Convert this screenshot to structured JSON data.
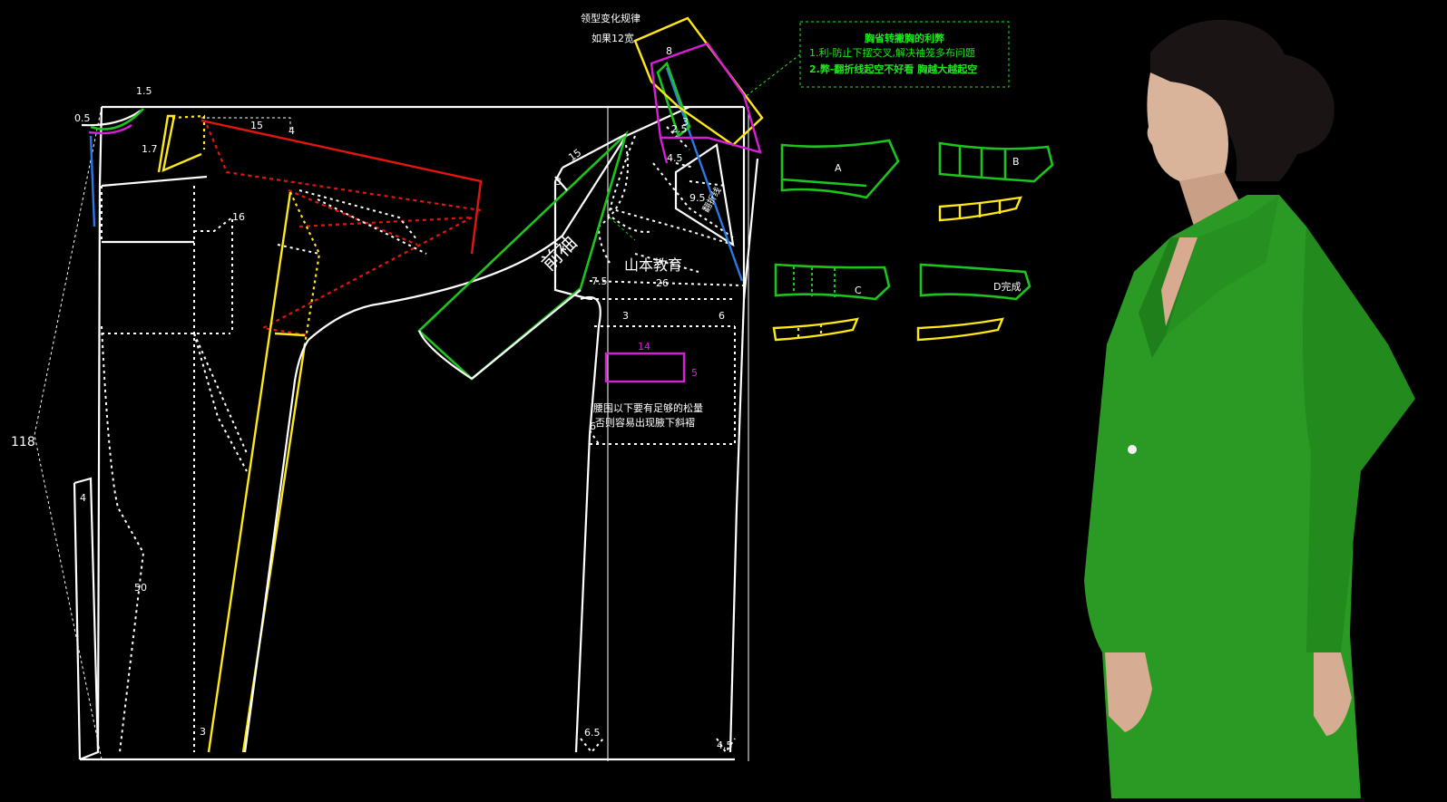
{
  "labels": {
    "collar_rule": "领型变化规律",
    "if_12": "如果12宽",
    "sleeve": "前袖",
    "school": "山本教育",
    "waist_note_1": "腰围以下要有足够的松量",
    "waist_note_2": "否则容易出现腋下斜褶",
    "fold_line": "翻折线"
  },
  "note_box": {
    "title": "胸省转撇胸的利弊",
    "line1": "1.利-防止下摆交叉,解决袖笼多布问题",
    "line2": "2.弊-翻折线起空不好看    胸越大越起空"
  },
  "pieces": {
    "a": "A",
    "b": "B",
    "c": "C",
    "d": "D完成"
  },
  "dims": {
    "d118": "118",
    "d0_5": "0.5",
    "d1_5": "1.5",
    "d1_7": "1.7",
    "d15a": "15",
    "d4a": "4",
    "d16": "16",
    "d4b": "4",
    "d50": "50",
    "d3a": "3",
    "d15b": "15",
    "d3b": "3",
    "d7_5": "7.5",
    "d26": "26",
    "d3c": "3",
    "d6a": "6",
    "d14": "14",
    "d5": "5",
    "d6b": "6",
    "d6_5": "6.5",
    "d4_5a": "4.5",
    "d4_5b": "4.5",
    "d9_5": "9.5",
    "d2_5": "2.5",
    "d3d": "3",
    "d8": "8"
  },
  "colors": {
    "background": "#000000",
    "pattern_line": "#ffffff",
    "green": "#1ec41e",
    "yellow": "#ffe81a",
    "red": "#e3160f",
    "magenta": "#d81fd8",
    "blue": "#2a79e6",
    "coat": "#2a9a24"
  }
}
